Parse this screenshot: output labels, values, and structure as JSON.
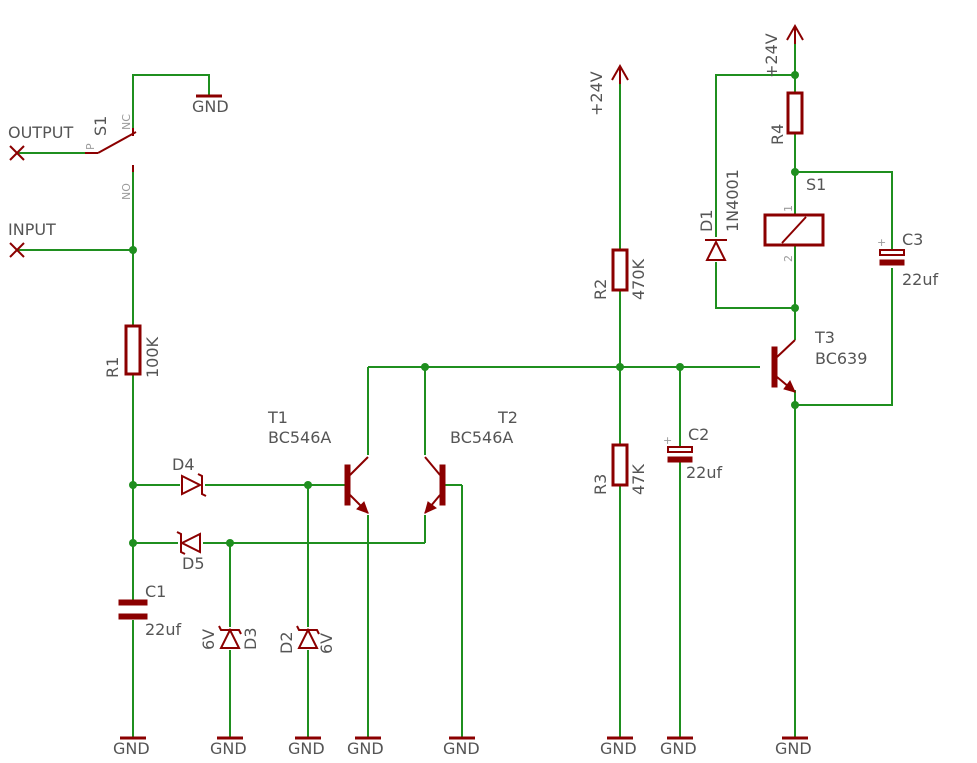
{
  "colors": {
    "wire": "#1f8f1f",
    "part": "#8b0000",
    "label": "#555555",
    "pin": "#9a9a9a",
    "background": "#ffffff"
  },
  "ports": {
    "output": "OUTPUT",
    "input": "INPUT"
  },
  "switch_s1": {
    "name": "S1",
    "pin_p": "P",
    "pin_nc": "NC",
    "pin_no": "NO"
  },
  "relay_s1": {
    "name": "S1",
    "pin1": "1",
    "pin2": "2"
  },
  "resistors": {
    "r1": {
      "name": "R1",
      "value": "100K"
    },
    "r2": {
      "name": "R2",
      "value": "470K"
    },
    "r3": {
      "name": "R3",
      "value": "47K"
    },
    "r4": {
      "name": "R4"
    }
  },
  "capacitors": {
    "c1": {
      "name": "C1",
      "value": "22uf"
    },
    "c2": {
      "name": "C2",
      "value": "22uf",
      "plus": "+"
    },
    "c3": {
      "name": "C3",
      "value": "22uf",
      "plus": "+"
    }
  },
  "diodes": {
    "d1": {
      "name": "D1",
      "value": "1N4001"
    },
    "d2": {
      "name": "D2",
      "value": "6V"
    },
    "d3": {
      "name": "D3",
      "value": "6V"
    },
    "d4": {
      "name": "D4"
    },
    "d5": {
      "name": "D5"
    }
  },
  "transistors": {
    "t1": {
      "name": "T1",
      "type": "BC546A"
    },
    "t2": {
      "name": "T2",
      "type": "BC546A"
    },
    "t3": {
      "name": "T3",
      "type": "BC639"
    }
  },
  "supply": {
    "vcc": "+24V",
    "gnd": "GND"
  }
}
